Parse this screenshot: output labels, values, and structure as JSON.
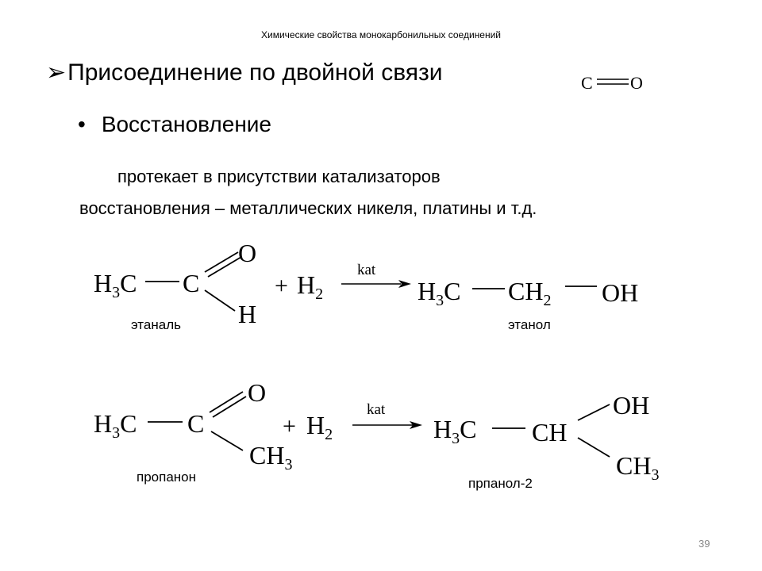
{
  "header": "Химические свойства монокарбонильных соединений",
  "bullet1": {
    "marker": "➢",
    "text": "Присоединение по двойной связи",
    "group_c": "C",
    "group_o": "O"
  },
  "bullet2": {
    "marker": "•",
    "text": "Восстановление"
  },
  "paragraph": {
    "line1": "протекает в присутствии катализаторов",
    "line2": "восстановления – металлических никеля, платины и т.д."
  },
  "reaction1": {
    "r_h3c": "H",
    "r_h3c_sub": "3",
    "r_h3c_tail": "C",
    "r_c": "C",
    "r_o": "O",
    "r_h": "H",
    "plus": "+",
    "h2": "H",
    "h2_sub": "2",
    "catalyst": "kat",
    "p_h3c": "H",
    "p_h3c_sub": "3",
    "p_h3c_tail": "C",
    "p_ch2": "CH",
    "p_ch2_sub": "2",
    "p_oh": "OH",
    "reactant_name": "этаналь",
    "product_name": "этанол"
  },
  "reaction2": {
    "r_h3c": "H",
    "r_h3c_sub": "3",
    "r_h3c_tail": "C",
    "r_c": "C",
    "r_o": "O",
    "r_ch3": "CH",
    "r_ch3_sub": "3",
    "plus": "+",
    "h2": "H",
    "h2_sub": "2",
    "catalyst": "kat",
    "p_h3c": "H",
    "p_h3c_sub": "3",
    "p_h3c_tail": "C",
    "p_ch": "CH",
    "p_oh": "OH",
    "p_ch3": "CH",
    "p_ch3_sub": "3",
    "reactant_name": "пропанон",
    "product_name": "прпанол-2"
  },
  "page_number": "39"
}
